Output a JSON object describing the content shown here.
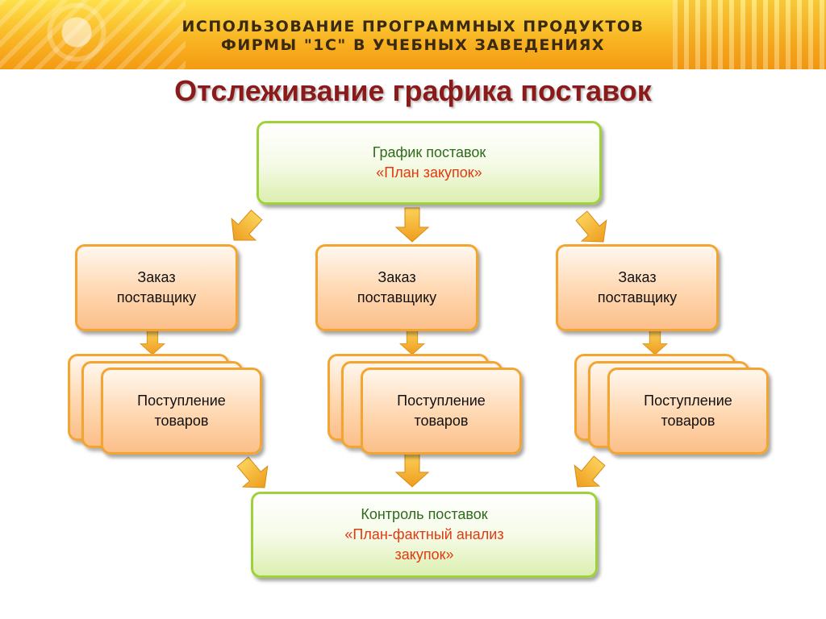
{
  "banner": {
    "line1": "ИСПОЛЬЗОВАНИЕ ПРОГРАММНЫХ ПРОДУКТОВ",
    "line2": "ФИРМЫ \"1С\" В УЧЕБНЫХ ЗАВЕДЕНИЯХ"
  },
  "title": "Отслеживание графика поставок",
  "diagram": {
    "plan": {
      "line1": "График поставок",
      "line2": "«План закупок»"
    },
    "orders": [
      {
        "line1": "Заказ",
        "line2": "поставщику"
      },
      {
        "line1": "Заказ",
        "line2": "поставщику"
      },
      {
        "line1": "Заказ",
        "line2": "поставщику"
      }
    ],
    "receipts": [
      {
        "line1": "Поступление",
        "line2": "товаров"
      },
      {
        "line1": "Поступление",
        "line2": "товаров"
      },
      {
        "line1": "Поступление",
        "line2": "товаров"
      }
    ],
    "control": {
      "line1": "Контроль поставок",
      "line2": "«План-фактный анализ",
      "line3": "закупок»"
    }
  },
  "colors": {
    "title": "#8b1a1a",
    "green_text": "#2e6b1a",
    "accent_text": "#e13a12",
    "green_border": "#9fd23a",
    "orange_border": "#f4a531",
    "arrow_fill": "#f2b232"
  }
}
